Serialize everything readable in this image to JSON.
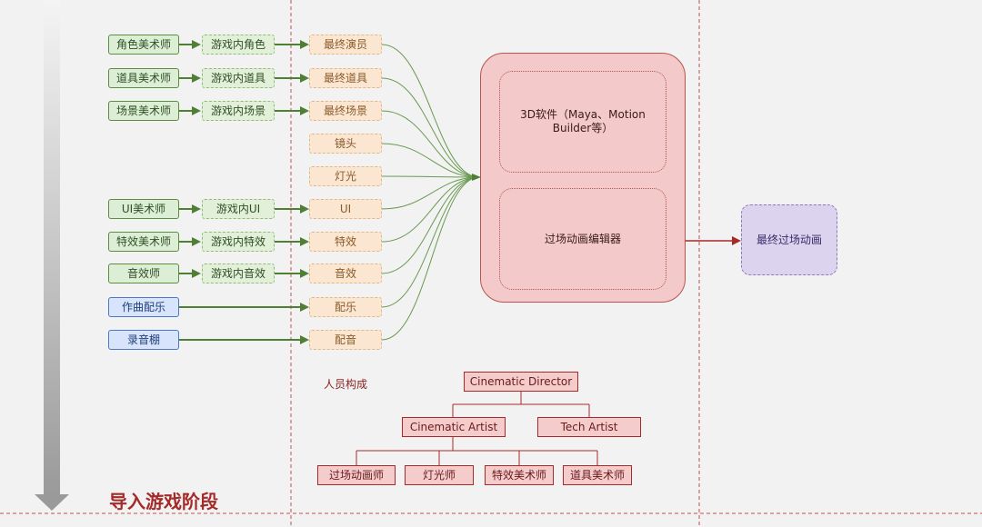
{
  "artists": [
    {
      "label": "角色美术师",
      "mid": "游戏内角色",
      "final": "最终演员"
    },
    {
      "label": "道具美术师",
      "mid": "游戏内道具",
      "final": "最终道具"
    },
    {
      "label": "场景美术师",
      "mid": "游戏内场景",
      "final": "最终场景"
    },
    {
      "label": "",
      "mid": "",
      "final": "镜头"
    },
    {
      "label": "",
      "mid": "",
      "final": "灯光"
    },
    {
      "label": "UI美术师",
      "mid": "游戏内UI",
      "final": "UI"
    },
    {
      "label": "特效美术师",
      "mid": "游戏内特效",
      "final": "特效"
    },
    {
      "label": "音效师",
      "mid": "游戏内音效",
      "final": "音效"
    },
    {
      "label": "作曲配乐",
      "mid": "",
      "final": "配乐"
    },
    {
      "label": "录音棚",
      "mid": "",
      "final": "配音"
    }
  ],
  "tool": {
    "software": "3D软件（Maya、Motion Builder等）",
    "editor": "过场动画编辑器",
    "output": "最终过场动画"
  },
  "team": {
    "caption": "人员构成",
    "director": "Cinematic Director",
    "artist": "Cinematic Artist",
    "tech": "Tech Artist",
    "members": [
      "过场动画师",
      "灯光师",
      "特效美术师",
      "道具美术师"
    ]
  },
  "stage_label": "导入游戏阶段",
  "colors": {
    "green_line": "#4f7f34",
    "red_line": "#a52a2a",
    "blue_source": "#4a78c8"
  }
}
